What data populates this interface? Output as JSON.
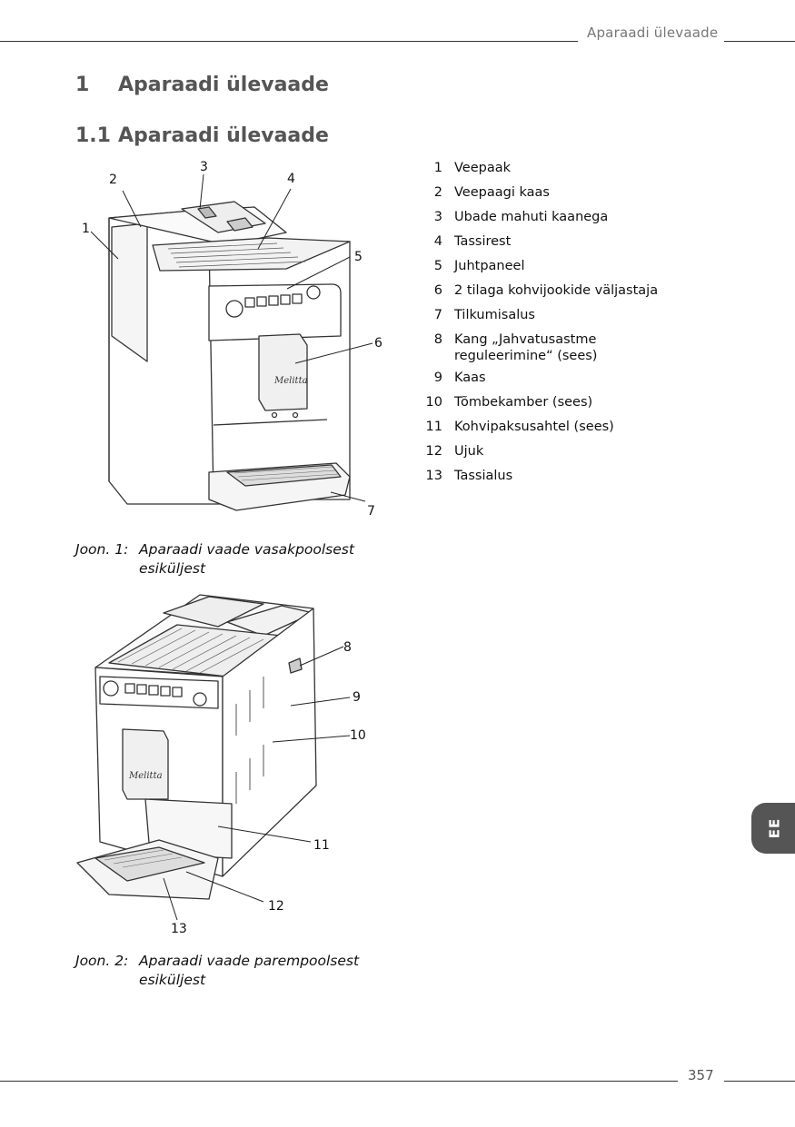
{
  "header": {
    "running_title": "Aparaadi ülevaade"
  },
  "headings": [
    {
      "num": "1",
      "title": "Aparaadi ülevaade"
    },
    {
      "num": "1.1",
      "title": "Aparaadi ülevaade"
    }
  ],
  "legend": [
    {
      "num": "1",
      "text": "Veepaak"
    },
    {
      "num": "2",
      "text": "Veepaagi kaas"
    },
    {
      "num": "3",
      "text": "Ubade mahuti kaanega"
    },
    {
      "num": "4",
      "text": "Tassirest"
    },
    {
      "num": "5",
      "text": "Juhtpaneel"
    },
    {
      "num": "6",
      "text": "2 tilaga kohvijookide väljastaja"
    },
    {
      "num": "7",
      "text": "Tilkumisalus"
    },
    {
      "num": "8",
      "text": "Kang „Jahvatusastme reguleerimine“ (sees)"
    },
    {
      "num": "9",
      "text": "Kaas"
    },
    {
      "num": "10",
      "text": "Tõmbekamber (sees)"
    },
    {
      "num": "11",
      "text": "Kohvipaksusahtel (sees)"
    },
    {
      "num": "12",
      "text": "Ujuk"
    },
    {
      "num": "13",
      "text": "Tassialus"
    }
  ],
  "figure1": {
    "caption_label": "Joon. 1:",
    "caption_text": "Aparaadi vaade vasakpoolsest esiküljest",
    "callouts": [
      "1",
      "2",
      "3",
      "4",
      "5",
      "6",
      "7"
    ]
  },
  "figure2": {
    "caption_label": "Joon. 2:",
    "caption_text": "Aparaadi vaade parempoolsest esiküljest",
    "callouts": [
      "8",
      "9",
      "10",
      "11",
      "12",
      "13"
    ]
  },
  "brand_logo": "Melitta",
  "side_tab": "EE",
  "footer": {
    "page_number": "357"
  }
}
